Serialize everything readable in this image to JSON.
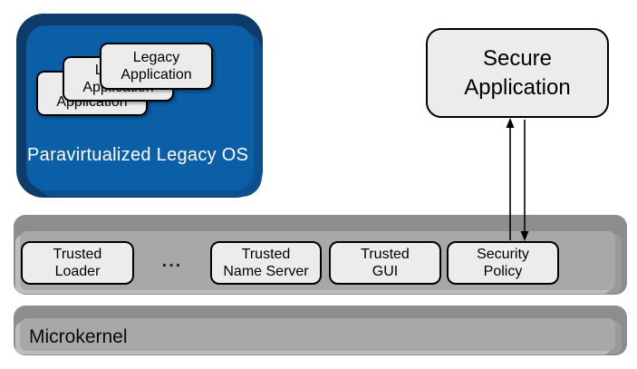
{
  "colors": {
    "blue_face": "#0b5fa7",
    "blue_dark_edge": "#0d3c6b",
    "blue_mid_edge": "#0b5190",
    "gray_bar_face": "#a8a8a8",
    "gray_bar_dark": "#8d8d8d",
    "gray_bar_highlight": "#bdbdbd",
    "component_box_fill": "#ececec",
    "component_box_border": "#000000",
    "os_label_text": "#ffffff",
    "arrow_color": "#000000"
  },
  "legacy_os": {
    "label": "Paravirtualized Legacy OS",
    "apps": [
      {
        "label": "Legacy\nApplication"
      },
      {
        "label": "Legacy\nApplication"
      },
      {
        "label": "Legacy\nApplication"
      }
    ]
  },
  "secure_app": {
    "label": "Secure\nApplication"
  },
  "trusted_bar": {
    "ellipsis": "...",
    "items": [
      {
        "label": "Trusted\nLoader"
      },
      {
        "label": "Trusted\nName Server"
      },
      {
        "label": "Trusted\nGUI"
      },
      {
        "label": "Security\nPolicy"
      }
    ]
  },
  "microkernel": {
    "label": "Microkernel"
  }
}
